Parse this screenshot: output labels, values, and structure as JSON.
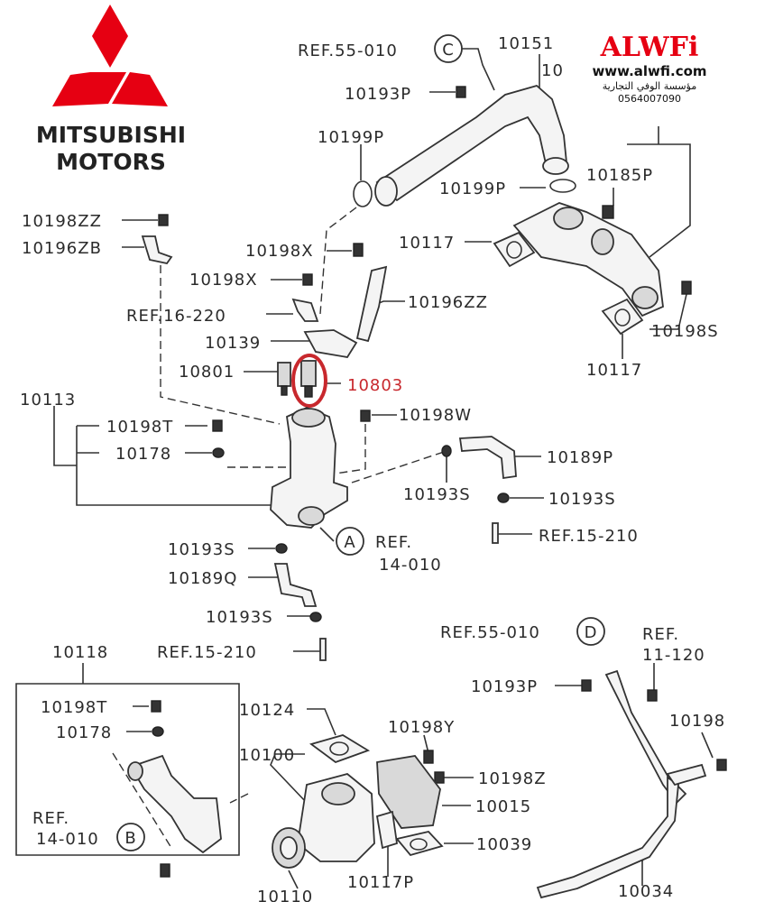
{
  "brand": {
    "name_line1": "MITSUBISHI",
    "name_line2": "MOTORS",
    "logo_color": "#e60012"
  },
  "watermark": {
    "title": "ALWFi",
    "url": "www.alwfi.com",
    "arabic_name": "مؤسسة الوفي التجارية",
    "phone": "0564007090",
    "title_color": "#e60012"
  },
  "highlight": {
    "part": "10803",
    "color": "#c8282d"
  },
  "labels": {
    "ref_55_010_c": "REF.55-010",
    "circle_c": "C",
    "p10151": "10151",
    "p10_cut": "10",
    "p10193p_top": "10193P",
    "p10199p_left": "10199P",
    "p10199p_right": "10199P",
    "p10185p": "10185P",
    "p10198zz": "10198ZZ",
    "p10196zb": "10196ZB",
    "p10198x_top": "10198X",
    "p10117_top": "10117",
    "p10198x_mid": "10198X",
    "p10196zz": "10196ZZ",
    "ref_16_220": "REF.16-220",
    "p10139": "10139",
    "p10198s_right": "10198S",
    "p10117_right": "10117",
    "p10801": "10801",
    "p10803": "10803",
    "p10113": "10113",
    "p10198w": "10198W",
    "p10198t_top": "10198T",
    "p10178_top": "10178",
    "p10189p": "10189P",
    "p10193s_a": "10193S",
    "p10193s_b": "10193S",
    "ref_15_210_right": "REF.15-210",
    "circle_a": "A",
    "ref_a_line1": "REF.",
    "ref_a_line2": "14-010",
    "p10193s_c": "10193S",
    "p10189q": "10189Q",
    "p10193s_d": "10193S",
    "ref_55_010_d": "REF.55-010",
    "circle_d": "D",
    "ref_15_210_left": "REF.15-210",
    "p10118": "10118",
    "ref_11_line1": "REF.",
    "ref_11_line2": "11-120",
    "p10193p_bottom": "10193P",
    "p10198t_bottom": "10198T",
    "p10124": "10124",
    "p10198": "10198",
    "p10178_bottom": "10178",
    "p10198y": "10198Y",
    "p10100": "10100",
    "p10198z": "10198Z",
    "p10015": "10015",
    "ref_b_line1": "REF.",
    "ref_b_line2": "14-010",
    "circle_b": "B",
    "p10039": "10039",
    "p10110": "10110",
    "p10117p": "10117P",
    "p10034": "10034"
  }
}
